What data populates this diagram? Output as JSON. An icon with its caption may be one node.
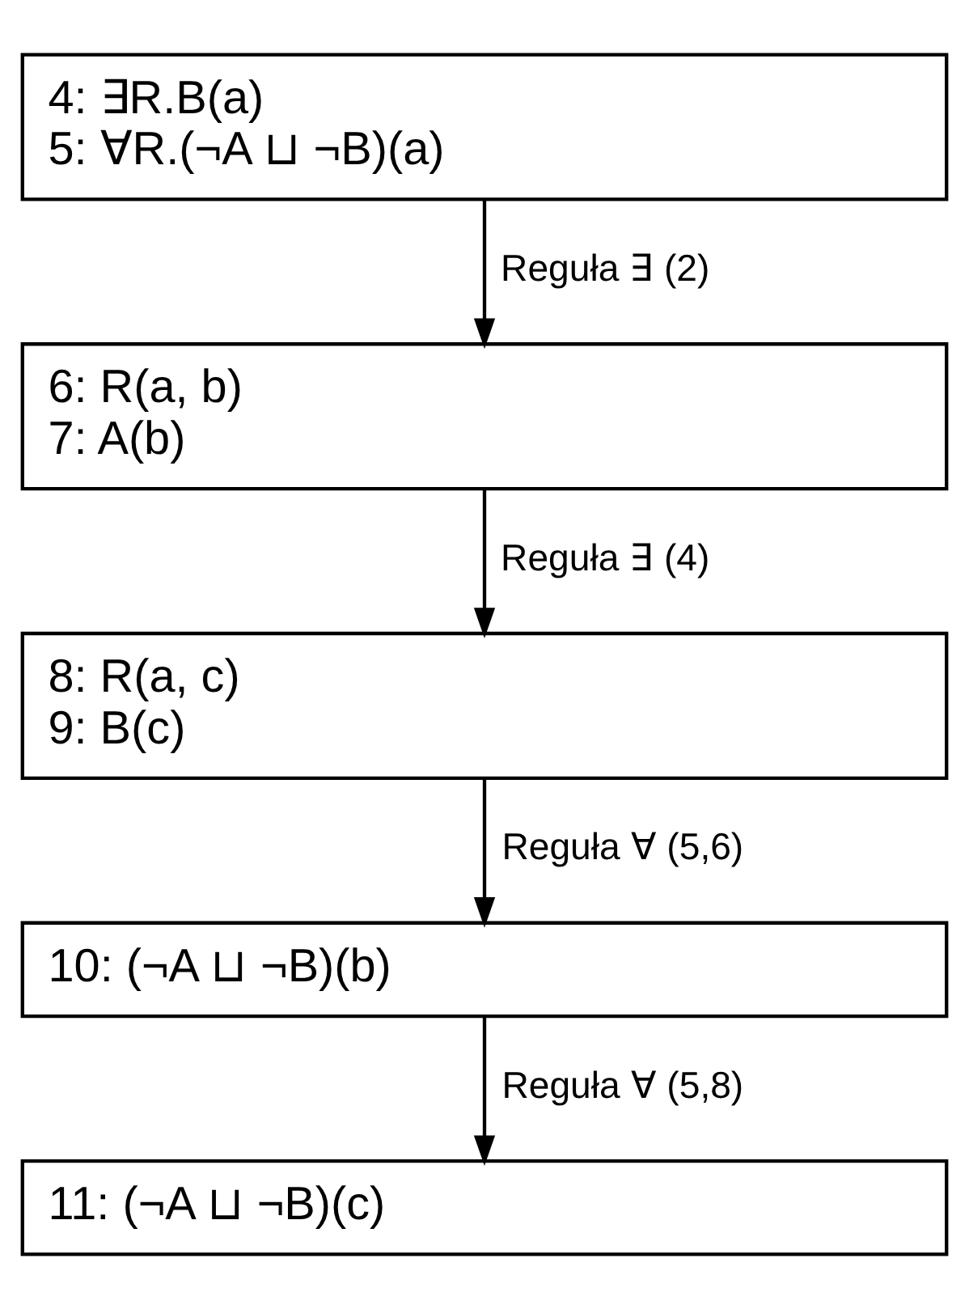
{
  "diagram": {
    "nodes": [
      {
        "text": [
          "4: ∃R.B(a)",
          "5: ∀R.(¬A ⊔ ¬B)(a)"
        ]
      },
      {
        "text": [
          "6: R(a, b)",
          "7: A(b)"
        ]
      },
      {
        "text": [
          "8: R(a, c)",
          "9: B(c)"
        ]
      },
      {
        "text": [
          "10: (¬A ⊔ ¬B)(b)"
        ]
      },
      {
        "text": [
          "11: (¬A ⊔ ¬B)(c)"
        ]
      }
    ],
    "edges": [
      {
        "from": 0,
        "to": 1,
        "arrow": "to",
        "label": "Reguła ∃ (2)"
      },
      {
        "from": 1,
        "to": 2,
        "arrow": "to",
        "label": "Reguła ∃ (4)"
      },
      {
        "from": 2,
        "to": 3,
        "arrow": "to",
        "label": "Reguła ∀ (5,6)"
      },
      {
        "from": 3,
        "to": 4,
        "arrow": "to",
        "label": "Reguła ∀ (5,8)"
      }
    ]
  }
}
